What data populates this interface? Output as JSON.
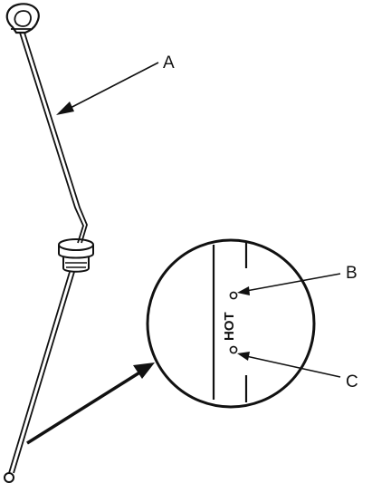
{
  "labels": {
    "a": "A",
    "b": "B",
    "c": "C"
  },
  "dipstick_marking": "HOT",
  "colors": {
    "ink": "#111111",
    "background": "#ffffff"
  }
}
